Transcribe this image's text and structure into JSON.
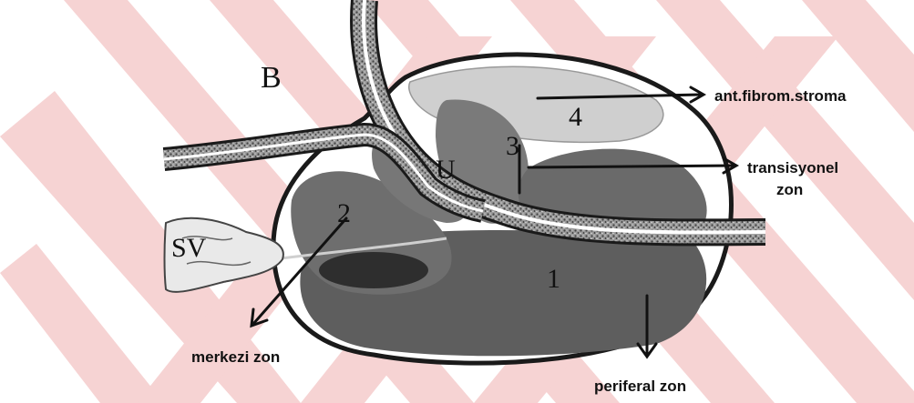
{
  "diagram": {
    "labels": {
      "panel": "B",
      "urethra": "U",
      "seminal_vesicle": "SV",
      "zone_1": "1",
      "zone_2": "2",
      "zone_3": "3",
      "zone_4": "4",
      "ant_fibrom_stroma": "ant.fibrom.stroma",
      "transition_zone_line1": "transisyonel",
      "transition_zone_line2": "zon",
      "central_zone": "merkezi zon",
      "peripheral_zone": "periferal zon"
    },
    "colors": {
      "watermark": "#f6d3d3",
      "capsule_fill": "#ffffff",
      "capsule_stroke": "#1a1a1a",
      "peripheral_zone": "#5e5e5e",
      "central_zone_dark": "#2e2e2e",
      "central_zone": "#6e6e6e",
      "transition_zone": "#6a6a6a",
      "stroma": "#cfcfcf",
      "zone_3": "#7a7a7a",
      "tube_texture": "#8a8a8a"
    }
  }
}
